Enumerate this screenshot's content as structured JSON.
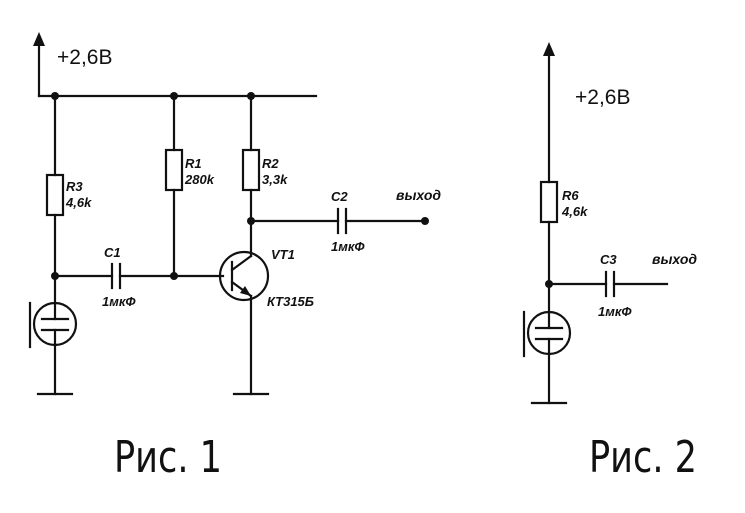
{
  "figure1": {
    "supply": "+2,6В",
    "r3": {
      "name": "R3",
      "value": "4,6k"
    },
    "r1": {
      "name": "R1",
      "value": "280k"
    },
    "r2": {
      "name": "R2",
      "value": "3,3k"
    },
    "c1": {
      "name": "C1",
      "value": "1мкФ"
    },
    "c2": {
      "name": "C2",
      "value": "1мкФ"
    },
    "vt1": {
      "name": "VT1",
      "value": "КТ315Б"
    },
    "output": "выход",
    "caption": "Рис. 1"
  },
  "figure2": {
    "supply": "+2,6В",
    "r6": {
      "name": "R6",
      "value": "4,6k"
    },
    "c3": {
      "name": "C3",
      "value": "1мкФ"
    },
    "output": "выход",
    "caption": "Рис. 2"
  }
}
